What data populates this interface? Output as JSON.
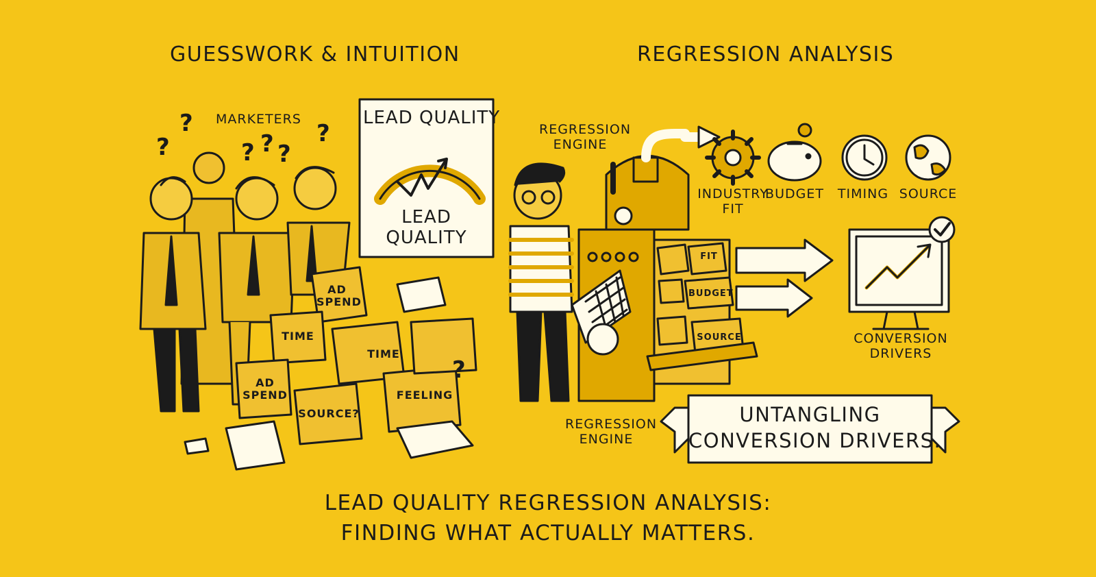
{
  "left": {
    "heading": "GUESSWORK & INTUITION",
    "marketers_label": "MARKETERS",
    "board": {
      "title": "LEAD QUALITY",
      "caption_line1": "LEAD",
      "caption_line2": "QUALITY"
    },
    "boxes": {
      "ad_spend_top_1": "AD",
      "ad_spend_top_2": "SPEND",
      "time_1": "TIME",
      "time_2": "TIME",
      "ad_spend_bottom_1": "AD",
      "ad_spend_bottom_2": "SPEND",
      "source": "SOURCE?",
      "feeling": "FEELING"
    },
    "question_mark": "?"
  },
  "right": {
    "heading": "REGRESSION ANALYSIS",
    "engine_label_top_1": "REGRESSION",
    "engine_label_top_2": "ENGINE",
    "engine_label_bottom_1": "REGRESSION",
    "engine_label_bottom_2": "ENGINE",
    "factors": [
      {
        "icon": "gear-icon",
        "label_1": "INDUSTRY",
        "label_2": "FIT"
      },
      {
        "icon": "piggy-bank-icon",
        "label_1": "BUDGET",
        "label_2": ""
      },
      {
        "icon": "clock-icon",
        "label_1": "TIMING",
        "label_2": ""
      },
      {
        "icon": "globe-icon",
        "label_1": "SOURCE",
        "label_2": ""
      }
    ],
    "tray_labels": {
      "fit": "FIT",
      "budget": "BUDGET",
      "source": "SOURCE"
    },
    "monitor_label_1": "CONVERSION",
    "monitor_label_2": "DRIVERS",
    "banner_line1": "UNTANGLING",
    "banner_line2": "CONVERSION DRIVERS."
  },
  "footer": {
    "line1": "LEAD QUALITY REGRESSION ANALYSIS:",
    "line2": "FINDING WHAT ACTUALLY MATTERS."
  },
  "colors": {
    "background": "#f5c518",
    "ink": "#1b1b1b",
    "paper": "#fffbea",
    "accent": "#e0a800",
    "box": "#f0c030"
  }
}
